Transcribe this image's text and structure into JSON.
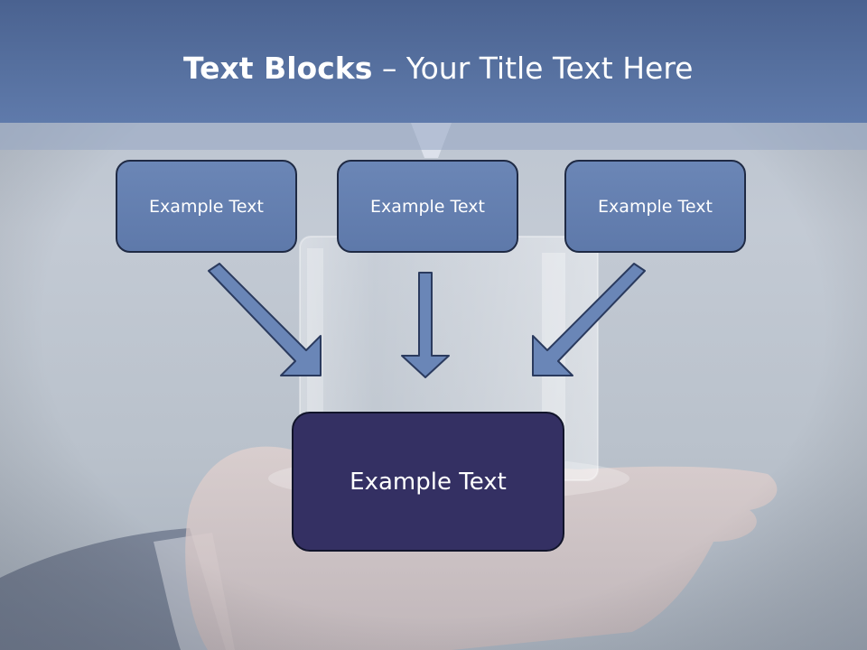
{
  "title": {
    "bold_part": "Text Blocks",
    "separator": " – ",
    "rest": "Your Title Text Here"
  },
  "boxes": {
    "top_left": "Example Text",
    "top_center": "Example Text",
    "top_right": "Example Text",
    "main": "Example Text"
  },
  "colors": {
    "title_bar": "#56709f",
    "small_box": "#6380b1",
    "main_box": "#343063",
    "arrow_fill": "#6a86b7",
    "arrow_stroke": "#2a3a5e"
  }
}
